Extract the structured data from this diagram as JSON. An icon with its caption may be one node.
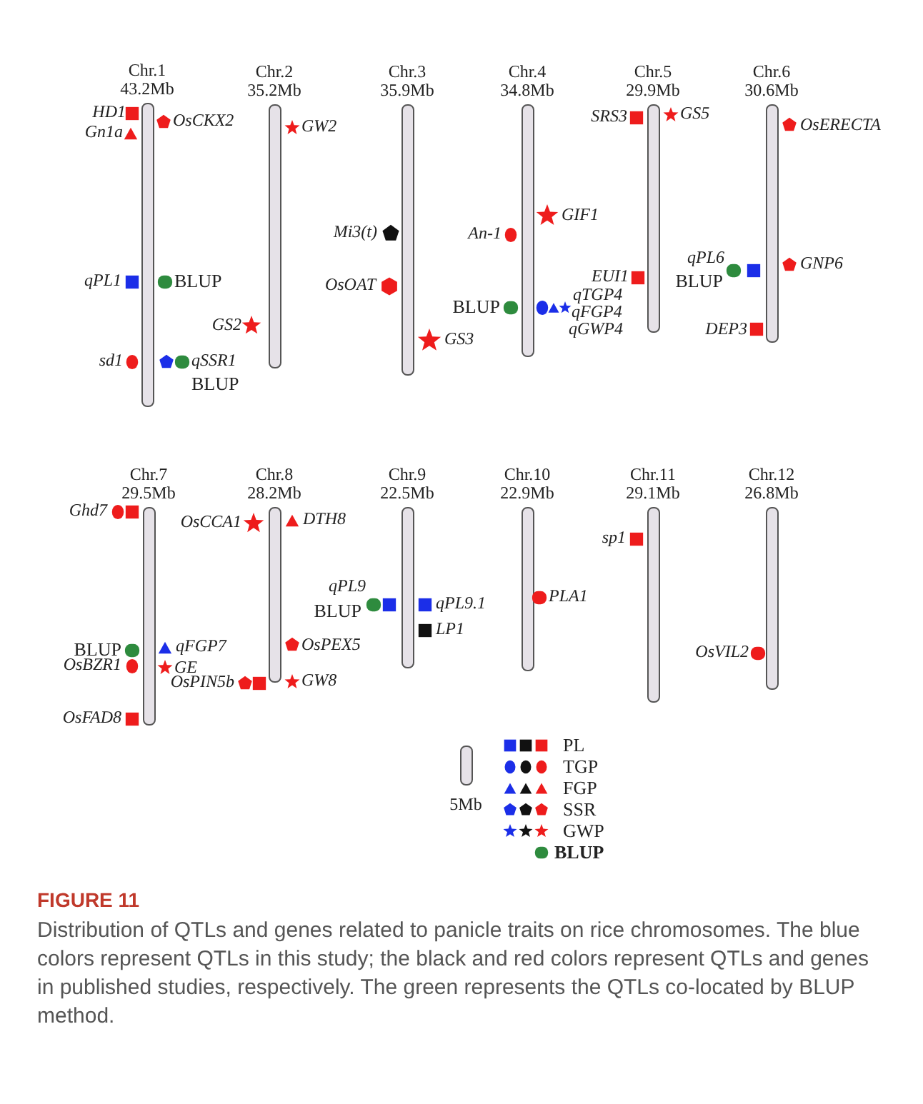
{
  "diagram": {
    "title": "FIGURE 11",
    "caption": "Distribution of QTLs and genes related to panicle traits on rice chromosomes. The blue colors represent QTLs in this study; the black and red colors represent QTLs and genes in published studies, respectively. The green represents the QTLs co-located by BLUP method.",
    "nodes": [
      {
        "text": [
          "Chr.1",
          "43.2Mb"
        ]
      },
      {
        "text": [
          "Chr.2",
          "35.2Mb"
        ]
      },
      {
        "text": [
          "Chr.3",
          "35.9Mb"
        ]
      },
      {
        "text": [
          "Chr.4",
          "34.8Mb"
        ]
      },
      {
        "text": [
          "Chr.5",
          "29.9Mb"
        ]
      },
      {
        "text": [
          "Chr.6",
          "30.6Mb"
        ]
      },
      {
        "text": [
          "Chr.7",
          "29.5Mb"
        ]
      },
      {
        "text": [
          "Chr.8",
          "28.2Mb"
        ]
      },
      {
        "text": [
          "Chr.9",
          "22.5Mb"
        ]
      },
      {
        "text": [
          "Chr.10",
          "22.9Mb"
        ]
      },
      {
        "text": [
          "Chr.11",
          "29.1Mb"
        ]
      },
      {
        "text": [
          "Chr.12",
          "26.8Mb"
        ]
      },
      {
        "text": [
          "5Mb"
        ]
      }
    ],
    "labels": [
      "HD1",
      "Gn1a",
      "OsCKX2",
      "qPL1",
      "BLUP",
      "sd1",
      "qSSR1",
      "BLUP",
      "GW2",
      "GS2",
      "Mi3(t)",
      "OsOAT",
      "GS3",
      "An-1",
      "GIF1",
      "BLUP",
      "qTGP4",
      "qFGP4",
      "qGWP4",
      "SRS3",
      "GS5",
      "EUI1",
      "OsERECTA",
      "qPL6",
      "BLUP",
      "GNP6",
      "DEP3",
      "Ghd7",
      "BLUP",
      "qFGP7",
      "OsBZR1",
      "GE",
      "OsFAD8",
      "OsCCA1",
      "DTH8",
      "OsPEX5",
      "OsPIN5b",
      "GW8",
      "qPL9",
      "BLUP",
      "qPL9.1",
      "LP1",
      "PLA1",
      "sp1",
      "OsVIL2"
    ],
    "legend": [
      {
        "text": "PL"
      },
      {
        "text": "TGP"
      },
      {
        "text": "FGP"
      },
      {
        "text": "SSR"
      },
      {
        "text": "GWP"
      },
      {
        "text": "BLUP"
      }
    ]
  }
}
